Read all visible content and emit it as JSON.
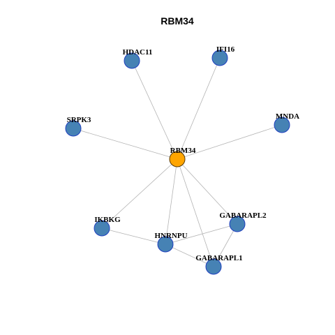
{
  "title": "RBM34",
  "colors": {
    "center_fill": "#FFA500",
    "node_fill": "#4682B4",
    "node_stroke": "#1f3fbf",
    "edge": "#b3b3b3"
  },
  "nodes": [
    {
      "id": "RBM34",
      "label": "RBM34",
      "role": "center"
    },
    {
      "id": "HDAC11",
      "label": "HDAC11",
      "role": "neighbor"
    },
    {
      "id": "IFI16",
      "label": "IFI16",
      "role": "neighbor"
    },
    {
      "id": "SRPK3",
      "label": "SRPK3",
      "role": "neighbor"
    },
    {
      "id": "MNDA",
      "label": "MNDA",
      "role": "neighbor"
    },
    {
      "id": "IKBKG",
      "label": "IKBKG",
      "role": "neighbor"
    },
    {
      "id": "HNRNPU",
      "label": "HNRNPU",
      "role": "neighbor"
    },
    {
      "id": "GABARAPL2",
      "label": "GABARAPL2",
      "role": "neighbor"
    },
    {
      "id": "GABARAPL1",
      "label": "GABARAPL1",
      "role": "neighbor"
    }
  ],
  "edges": [
    [
      "RBM34",
      "HDAC11"
    ],
    [
      "RBM34",
      "IFI16"
    ],
    [
      "RBM34",
      "SRPK3"
    ],
    [
      "RBM34",
      "MNDA"
    ],
    [
      "RBM34",
      "IKBKG"
    ],
    [
      "RBM34",
      "HNRNPU"
    ],
    [
      "RBM34",
      "GABARAPL2"
    ],
    [
      "RBM34",
      "GABARAPL1"
    ],
    [
      "IKBKG",
      "HNRNPU"
    ],
    [
      "HNRNPU",
      "GABARAPL2"
    ],
    [
      "HNRNPU",
      "GABARAPL1"
    ],
    [
      "GABARAPL2",
      "GABARAPL1"
    ]
  ]
}
